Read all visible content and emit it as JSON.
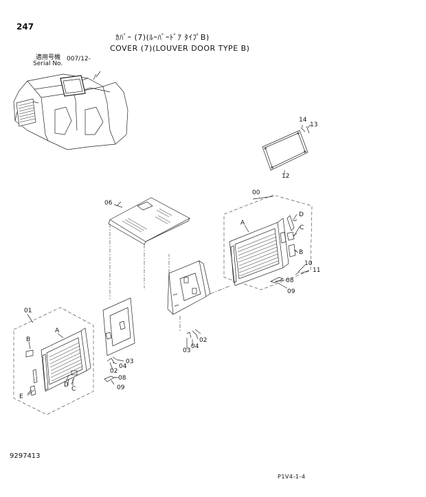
{
  "header": {
    "page_number": "247",
    "title_jp": "ｶﾊﾞｰ (7)(ﾙｰﾊﾞｰﾄﾞｱ ﾀｲﾌﾟB)",
    "title_en": "COVER (7)(LOUVER DOOR TYPE B)",
    "serial_label_jp": "適用号機",
    "serial_label_en": "Serial No.",
    "serial_value": "007/12-"
  },
  "callouts": {
    "p00": "00",
    "p01": "01",
    "p02a": "02",
    "p02b": "02",
    "p03a": "03",
    "p03b": "03",
    "p04a": "04",
    "p04b": "04",
    "p06": "06",
    "p08a": "08",
    "p08b": "08",
    "p09a": "09",
    "p09b": "09",
    "p10": "10",
    "p11": "11",
    "p12": "12",
    "p13": "13",
    "p14": "14",
    "A1": "A",
    "A2": "A",
    "B1": "B",
    "B2": "B",
    "C1": "C",
    "C2": "C",
    "D1": "D",
    "D2": "D",
    "E1": "E"
  },
  "footer": {
    "document_number": "9297413",
    "page_code": "P1V4-1-4"
  }
}
